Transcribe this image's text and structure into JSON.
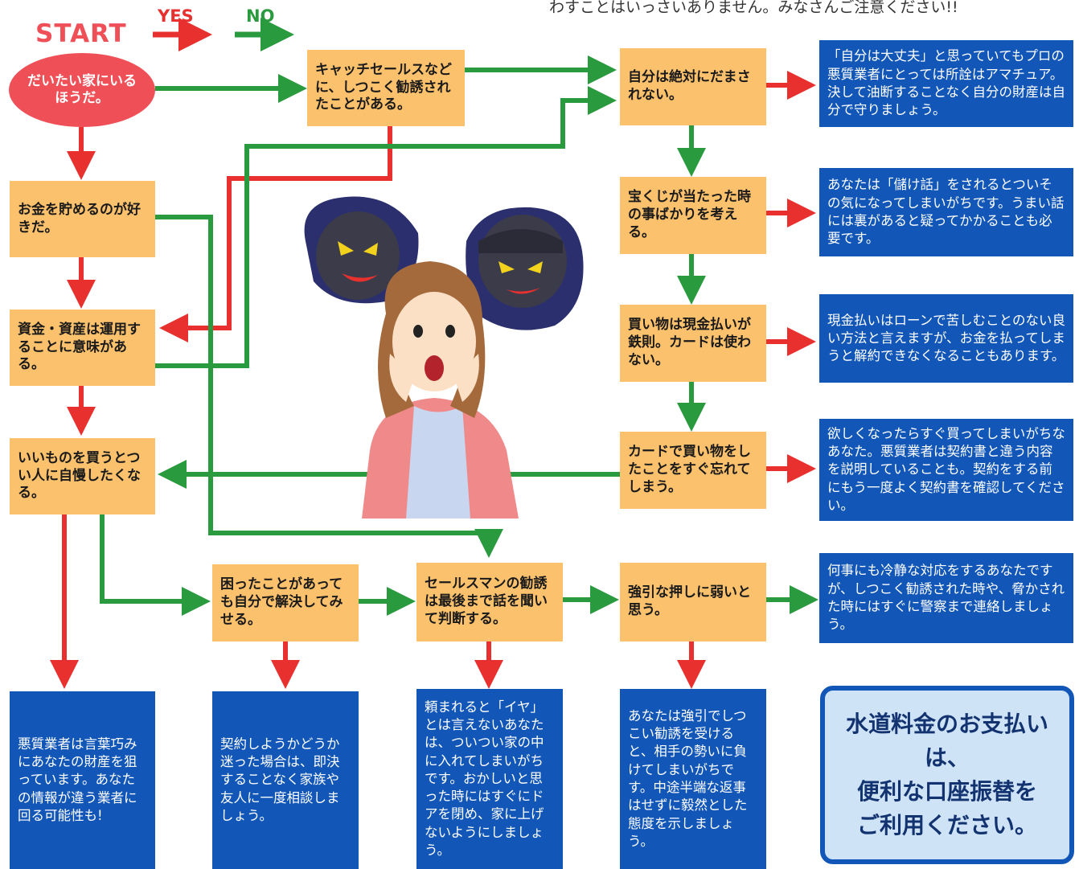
{
  "header": {
    "start": "START",
    "yes": "YES",
    "no": "NO",
    "notice": "わすことはいっさいありません。みなさんご注意ください!!"
  },
  "start_node": "だいたい家にいるほうだ。",
  "questions": {
    "q_catch": "キャッチセールスなどに、しつこく勧誘されたことがある。",
    "q_save": "お金を貯めるのが好きだ。",
    "q_invest": "資金・資産は運用することに意味がある。",
    "q_brag": "いいものを買うとつい人に自慢したくなる。",
    "q_never": "自分は絶対にだまされない。",
    "q_lottery": "宝くじが当たった時の事ばかりを考える。",
    "q_cash": "買い物は現金払いが鉄則。カードは使わない。",
    "q_card": "カードで買い物をしたことをすぐ忘れてしまう。",
    "q_solve": "困ったことがあっても自分で解決してみせる。",
    "q_salesman": "セールスマンの勧誘は最後まで話を聞いて判断する。",
    "q_pushy": "強引な押しに弱いと思う。"
  },
  "answers": {
    "a_amateur": "「自分は大丈夫」と思っていてもプロの悪質業者にとっては所詮はアマチュア。決して油断することなく自分の財産は自分で守りましょう。",
    "a_profit": "あなたは「儲け話」をされるとついその気になってしまいがちです。うまい話には裏があると疑ってかかることも必要です。",
    "a_cash": "現金払いはローンで苦しむことのない良い方法と言えますが、お金を払ってしまうと解約できなくなることもあります。",
    "a_impulse": "欲しくなったらすぐ買ってしまいがちなあなた。悪質業者は契約書と違う内容を説明していることも。契約をする前にもう一度よく契約書を確認してください。",
    "a_calm": "何事にも冷静な対応をするあなたですが、しつこく勧誘された時や、脅かされた時にはすぐに警察まで連絡しましょう。",
    "a_info": "悪質業者は言葉巧みにあなたの財産を狙っています。あなたの情報が違う業者に回る可能性も!",
    "a_consult": "契約しようかどうか迷った場合は、即決することなく家族や友人に一度相談しましょう。",
    "a_door": "頼まれると「イヤ」とは言えないあなたは、ついつい家の中に入れてしまいがちです。おかしいと思った時にはすぐにドアを閉め、家に上げないようにしましょう。",
    "a_firm": "あなたは強引でしつこい勧誘を受けると、相手の勢いに負けてしまいがちです。中途半端な返事はせずに毅然とした態度を示しましょう。"
  },
  "promo": {
    "line1": "水道料金のお支払いは、",
    "line2": "便利な口座振替を",
    "line3": "ご利用ください。"
  },
  "colors": {
    "yes_arrow": "#e8312f",
    "no_arrow": "#2a9a3f",
    "question_box": "#fbc16d",
    "answer_box": "#1257b8",
    "start_oval": "#ef4f57"
  }
}
